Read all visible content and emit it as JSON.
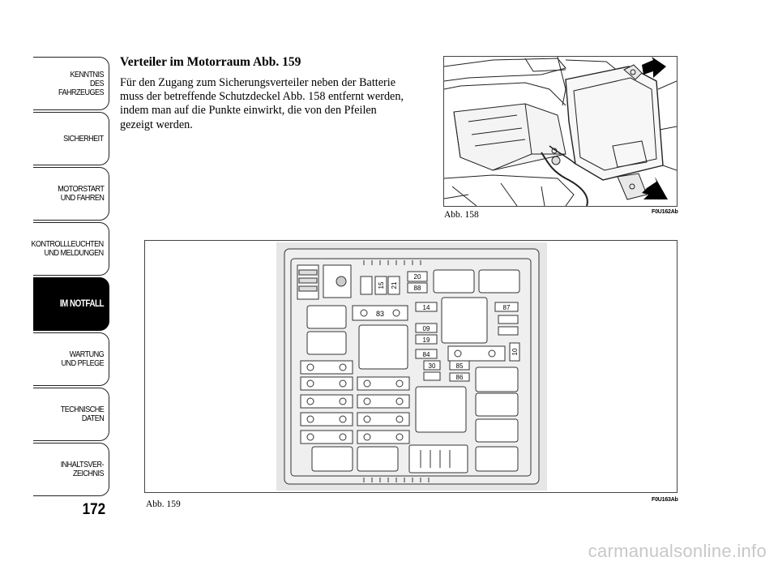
{
  "sidebar": {
    "tabs": [
      {
        "label": "KENNTNIS\nDES FAHRZEUGES",
        "active": false
      },
      {
        "label": "SICHERHEIT",
        "active": false
      },
      {
        "label": "MOTORSTART\nUND FAHREN",
        "active": false
      },
      {
        "label": "KONTROLLLEUCHTEN\nUND MELDUNGEN",
        "active": false
      },
      {
        "label": "IM NOTFALL",
        "active": true
      },
      {
        "label": "WARTUNG\nUND PFLEGE",
        "active": false
      },
      {
        "label": "TECHNISCHE\nDATEN",
        "active": false
      },
      {
        "label": "INHALTSVER-\nZEICHNIS",
        "active": false
      }
    ],
    "page_number": "172"
  },
  "content": {
    "heading": "Verteiler im Motorraum Abb. 159",
    "paragraph": "Für den Zugang zum Sicherungsverteiler neben der Batterie muss der betreffende Schutzdeckel Abb. 158 entfernt werden, indem man auf die Punkte einwirkt, die von den Pfeilen gezeigt werden."
  },
  "figure158": {
    "caption": "Abb. 158",
    "code": "F0U162Ab"
  },
  "figure159": {
    "caption": "Abb. 159",
    "code": "F0U163Ab",
    "fuse_labels": {
      "f15": "15",
      "f21": "21",
      "f20": "20",
      "f88": "88",
      "f83": "83",
      "f14": "14",
      "f09": "09",
      "f19": "19",
      "f84": "84",
      "f30": "30",
      "f85": "85",
      "f86": "86",
      "f87": "87",
      "f10": "10"
    }
  },
  "watermark": "carmanualsonline.info"
}
